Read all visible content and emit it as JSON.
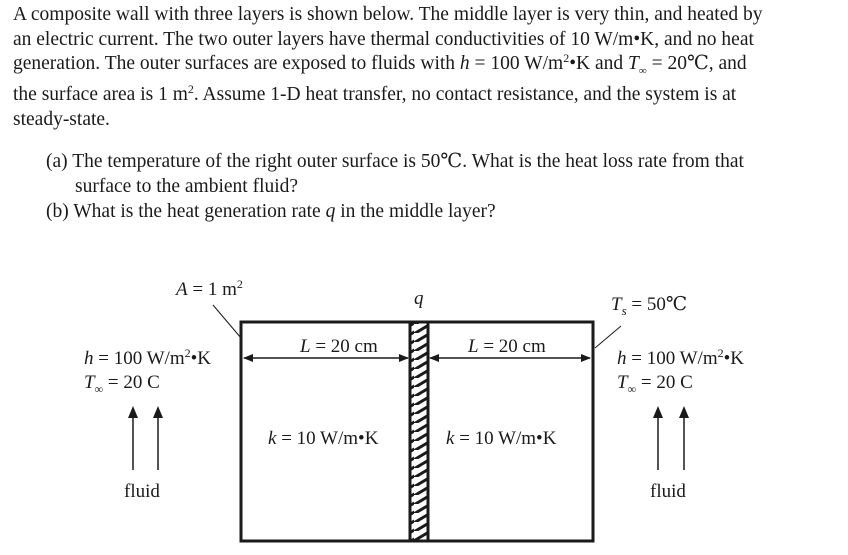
{
  "problem": {
    "lines": [
      "A composite wall with three layers is shown below. The middle layer is very thin, and heated by",
      "an electric current. The two outer layers have thermal conductivities of 10 W/m•K, and no heat",
      "generation. The outer surfaces are exposed to fluids with h = 100 W/m²•K and T∞ = 20℃, and",
      "the surface area is 1 m². Assume 1-D heat transfer, no contact resistance, and the system is at",
      "steady-state."
    ],
    "line3": {
      "pre": "generation. The outer surfaces are exposed to fluids with ",
      "h": "h",
      "mid1": " = 100 W/m",
      "sup": "2",
      "mid2": "•K and ",
      "T": "T",
      "Tsub": "∞",
      "post": " = 20℃, and"
    },
    "line4": {
      "pre": "the surface area is 1 m",
      "sup": "2",
      "post": ". Assume 1-D heat transfer, no contact resistance, and the system is at"
    }
  },
  "questions": [
    {
      "label": "(a)",
      "line1": "The temperature of the right outer surface is 50℃. What is the heat loss rate from that",
      "line2": "surface to the ambient fluid?"
    },
    {
      "label": "(b)",
      "pre": "What is the heat generation rate ",
      "var": "q",
      "post": " in the middle layer?"
    }
  ],
  "diagram": {
    "area": {
      "var": "A",
      "text": " = 1 m",
      "sup": "2"
    },
    "heat_gen": "q",
    "surface_temp": {
      "var": "T",
      "sub": "s",
      "text": " = 50℃"
    },
    "left_fluid": {
      "h_var": "h",
      "h_text": " = 100 W/m",
      "h_sup": "2",
      "h_unit": "•K",
      "T_var": "T",
      "T_sub": "∞",
      "T_text": " = 20 C",
      "label": "fluid"
    },
    "right_fluid": {
      "h_var": "h",
      "h_text": " = 100 W/m",
      "h_sup": "2",
      "h_unit": "•K",
      "T_var": "T",
      "T_sub": "∞",
      "T_text": " = 20 C",
      "label": "fluid"
    },
    "left_layer": {
      "L_var": "L",
      "L_text": " = 20 cm",
      "k_var": "k",
      "k_text": " = 10 W/m•K"
    },
    "right_layer": {
      "L_var": "L",
      "L_text": " = 20 cm",
      "k_var": "k",
      "k_text": " = 10 W/m•K"
    },
    "colors": {
      "ink": "#1a1a1a",
      "background": "#ffffff"
    }
  }
}
